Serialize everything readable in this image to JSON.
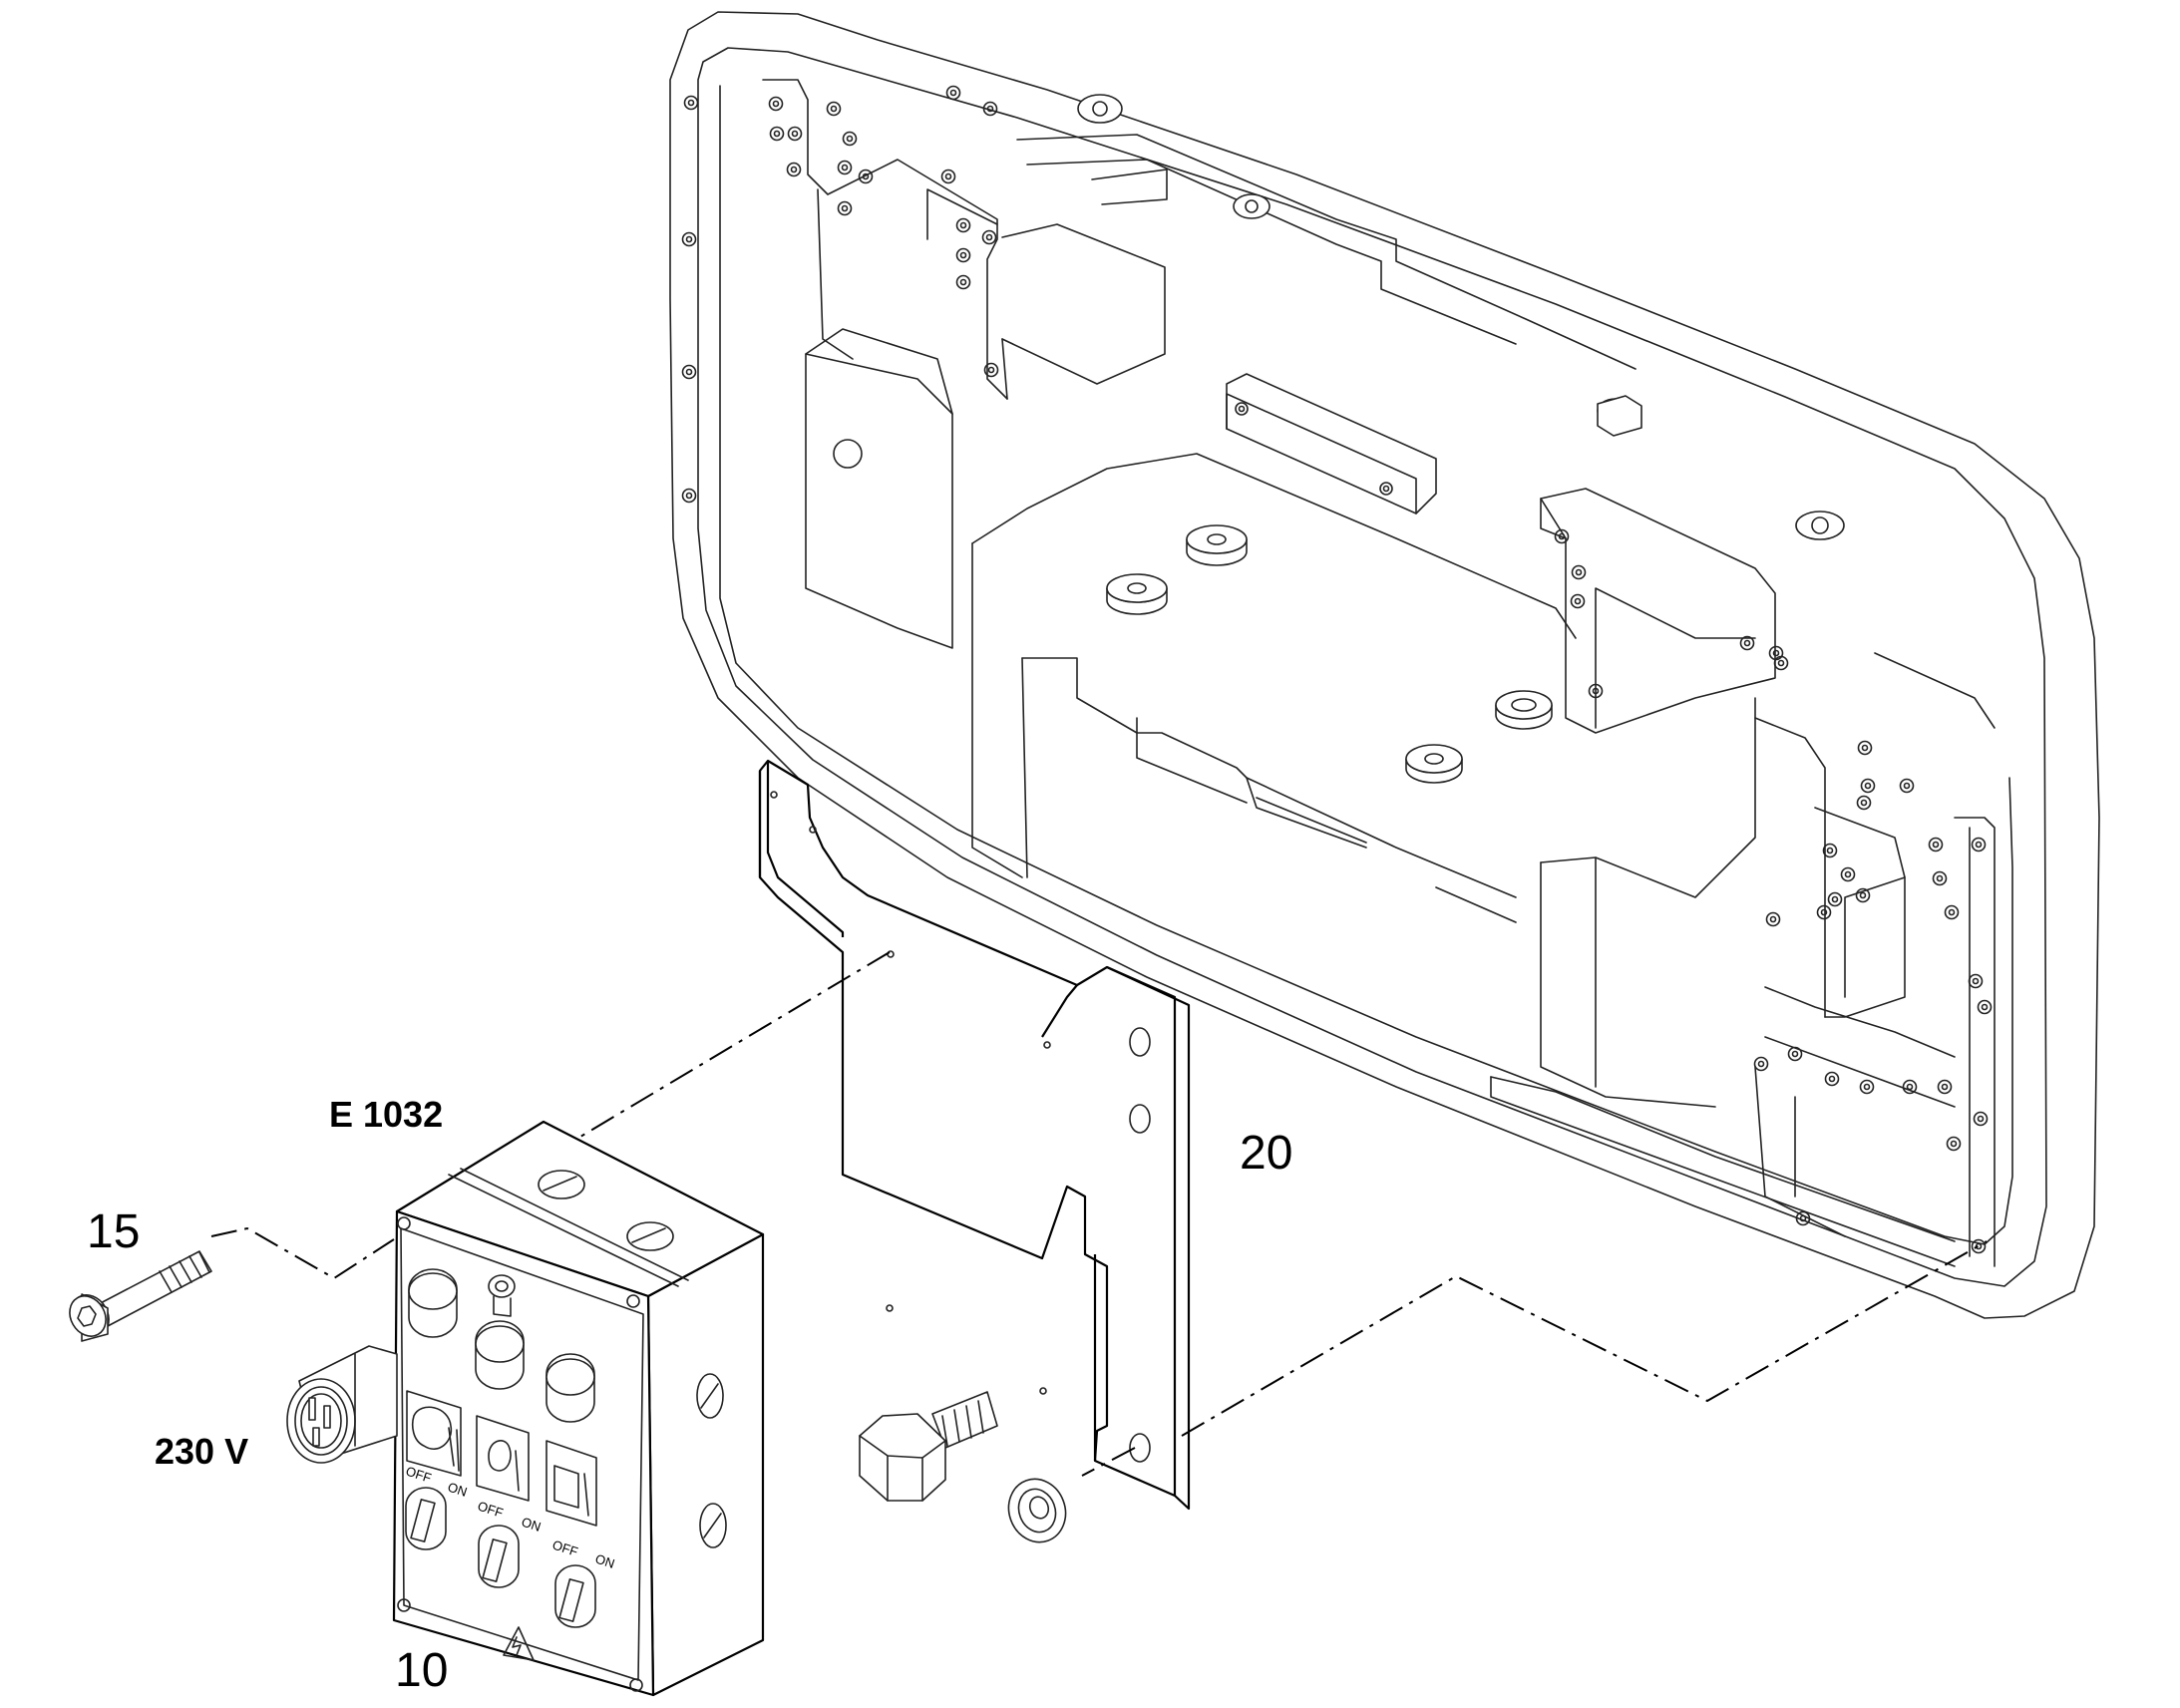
{
  "callouts": {
    "part_10": "10",
    "part_15": "15",
    "part_20": "20",
    "part_e1032": "E 1032",
    "voltage": "230 V"
  },
  "panel_labels": {
    "off": "OFF",
    "on": "ON"
  },
  "icons": {
    "bolt": "hex-bolt-icon",
    "washer": "washer-icon",
    "screw": "socket-screw-icon",
    "warning": "electric-warning-icon"
  }
}
